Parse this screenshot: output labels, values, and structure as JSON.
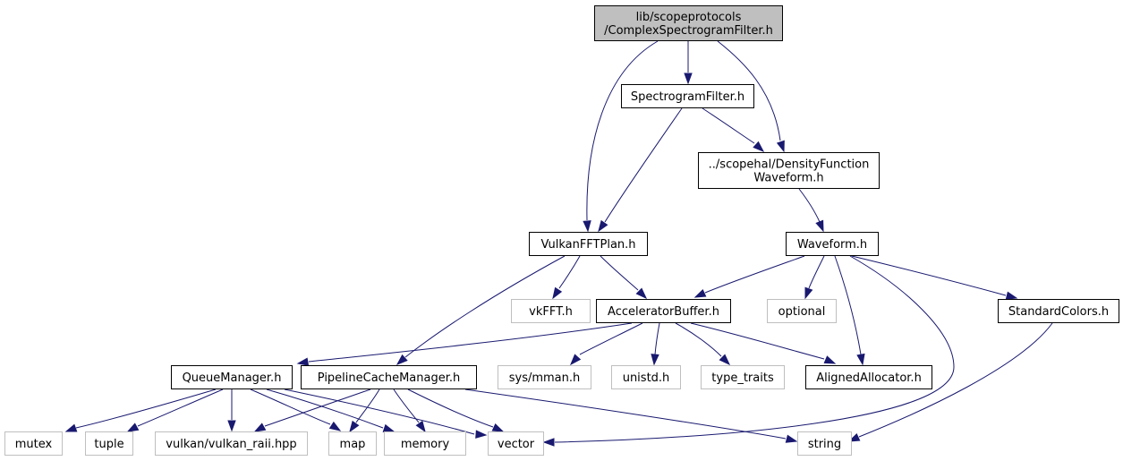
{
  "diagram": {
    "type": "include-dependency-graph",
    "colors": {
      "edge": "#191970",
      "main_fill": "#bfbfbf",
      "local_border": "#000000",
      "external_border": "#bfbfbf",
      "text": "#000000"
    },
    "nodes": [
      {
        "id": "complex",
        "kind": "main",
        "lines": [
          "lib/scopeprotocols",
          "/ComplexSpectrogramFilter.h"
        ]
      },
      {
        "id": "spectrogram",
        "kind": "local",
        "lines": [
          "SpectrogramFilter.h"
        ]
      },
      {
        "id": "density",
        "kind": "local",
        "lines": [
          "../scopehal/DensityFunction",
          "Waveform.h"
        ]
      },
      {
        "id": "vulkanfft",
        "kind": "local",
        "lines": [
          "VulkanFFTPlan.h"
        ]
      },
      {
        "id": "waveform",
        "kind": "local",
        "lines": [
          "Waveform.h"
        ]
      },
      {
        "id": "vkfft",
        "kind": "external",
        "lines": [
          "vkFFT.h"
        ]
      },
      {
        "id": "accel",
        "kind": "local",
        "lines": [
          "AcceleratorBuffer.h"
        ]
      },
      {
        "id": "optional",
        "kind": "external",
        "lines": [
          "optional"
        ]
      },
      {
        "id": "stdcolors",
        "kind": "local",
        "lines": [
          "StandardColors.h"
        ]
      },
      {
        "id": "queue",
        "kind": "local",
        "lines": [
          "QueueManager.h"
        ]
      },
      {
        "id": "pipeline",
        "kind": "local",
        "lines": [
          "PipelineCacheManager.h"
        ]
      },
      {
        "id": "sysmman",
        "kind": "external",
        "lines": [
          "sys/mman.h"
        ]
      },
      {
        "id": "unistd",
        "kind": "external",
        "lines": [
          "unistd.h"
        ]
      },
      {
        "id": "typetraits",
        "kind": "external",
        "lines": [
          "type_traits"
        ]
      },
      {
        "id": "aligned",
        "kind": "local",
        "lines": [
          "AlignedAllocator.h"
        ]
      },
      {
        "id": "mutex",
        "kind": "external",
        "lines": [
          "mutex"
        ]
      },
      {
        "id": "tuple",
        "kind": "external",
        "lines": [
          "tuple"
        ]
      },
      {
        "id": "vulkanraii",
        "kind": "external",
        "lines": [
          "vulkan/vulkan_raii.hpp"
        ]
      },
      {
        "id": "map",
        "kind": "external",
        "lines": [
          "map"
        ]
      },
      {
        "id": "memory",
        "kind": "external",
        "lines": [
          "memory"
        ]
      },
      {
        "id": "vector",
        "kind": "external",
        "lines": [
          "vector"
        ]
      },
      {
        "id": "string",
        "kind": "external",
        "lines": [
          "string"
        ]
      }
    ],
    "edges": [
      {
        "from": "complex",
        "to": "spectrogram"
      },
      {
        "from": "complex",
        "to": "density"
      },
      {
        "from": "complex",
        "to": "vulkanfft"
      },
      {
        "from": "spectrogram",
        "to": "density"
      },
      {
        "from": "spectrogram",
        "to": "vulkanfft"
      },
      {
        "from": "density",
        "to": "waveform"
      },
      {
        "from": "vulkanfft",
        "to": "vkfft"
      },
      {
        "from": "vulkanfft",
        "to": "accel"
      },
      {
        "from": "vulkanfft",
        "to": "pipeline"
      },
      {
        "from": "waveform",
        "to": "accel"
      },
      {
        "from": "waveform",
        "to": "optional"
      },
      {
        "from": "waveform",
        "to": "aligned"
      },
      {
        "from": "waveform",
        "to": "stdcolors"
      },
      {
        "from": "waveform",
        "to": "vector"
      },
      {
        "from": "accel",
        "to": "queue"
      },
      {
        "from": "accel",
        "to": "sysmman"
      },
      {
        "from": "accel",
        "to": "unistd"
      },
      {
        "from": "accel",
        "to": "typetraits"
      },
      {
        "from": "accel",
        "to": "aligned"
      },
      {
        "from": "stdcolors",
        "to": "string"
      },
      {
        "from": "queue",
        "to": "mutex"
      },
      {
        "from": "queue",
        "to": "tuple"
      },
      {
        "from": "queue",
        "to": "vulkanraii"
      },
      {
        "from": "queue",
        "to": "map"
      },
      {
        "from": "queue",
        "to": "memory"
      },
      {
        "from": "queue",
        "to": "vector"
      },
      {
        "from": "pipeline",
        "to": "vulkanraii"
      },
      {
        "from": "pipeline",
        "to": "map"
      },
      {
        "from": "pipeline",
        "to": "memory"
      },
      {
        "from": "pipeline",
        "to": "vector"
      },
      {
        "from": "pipeline",
        "to": "string"
      }
    ]
  }
}
